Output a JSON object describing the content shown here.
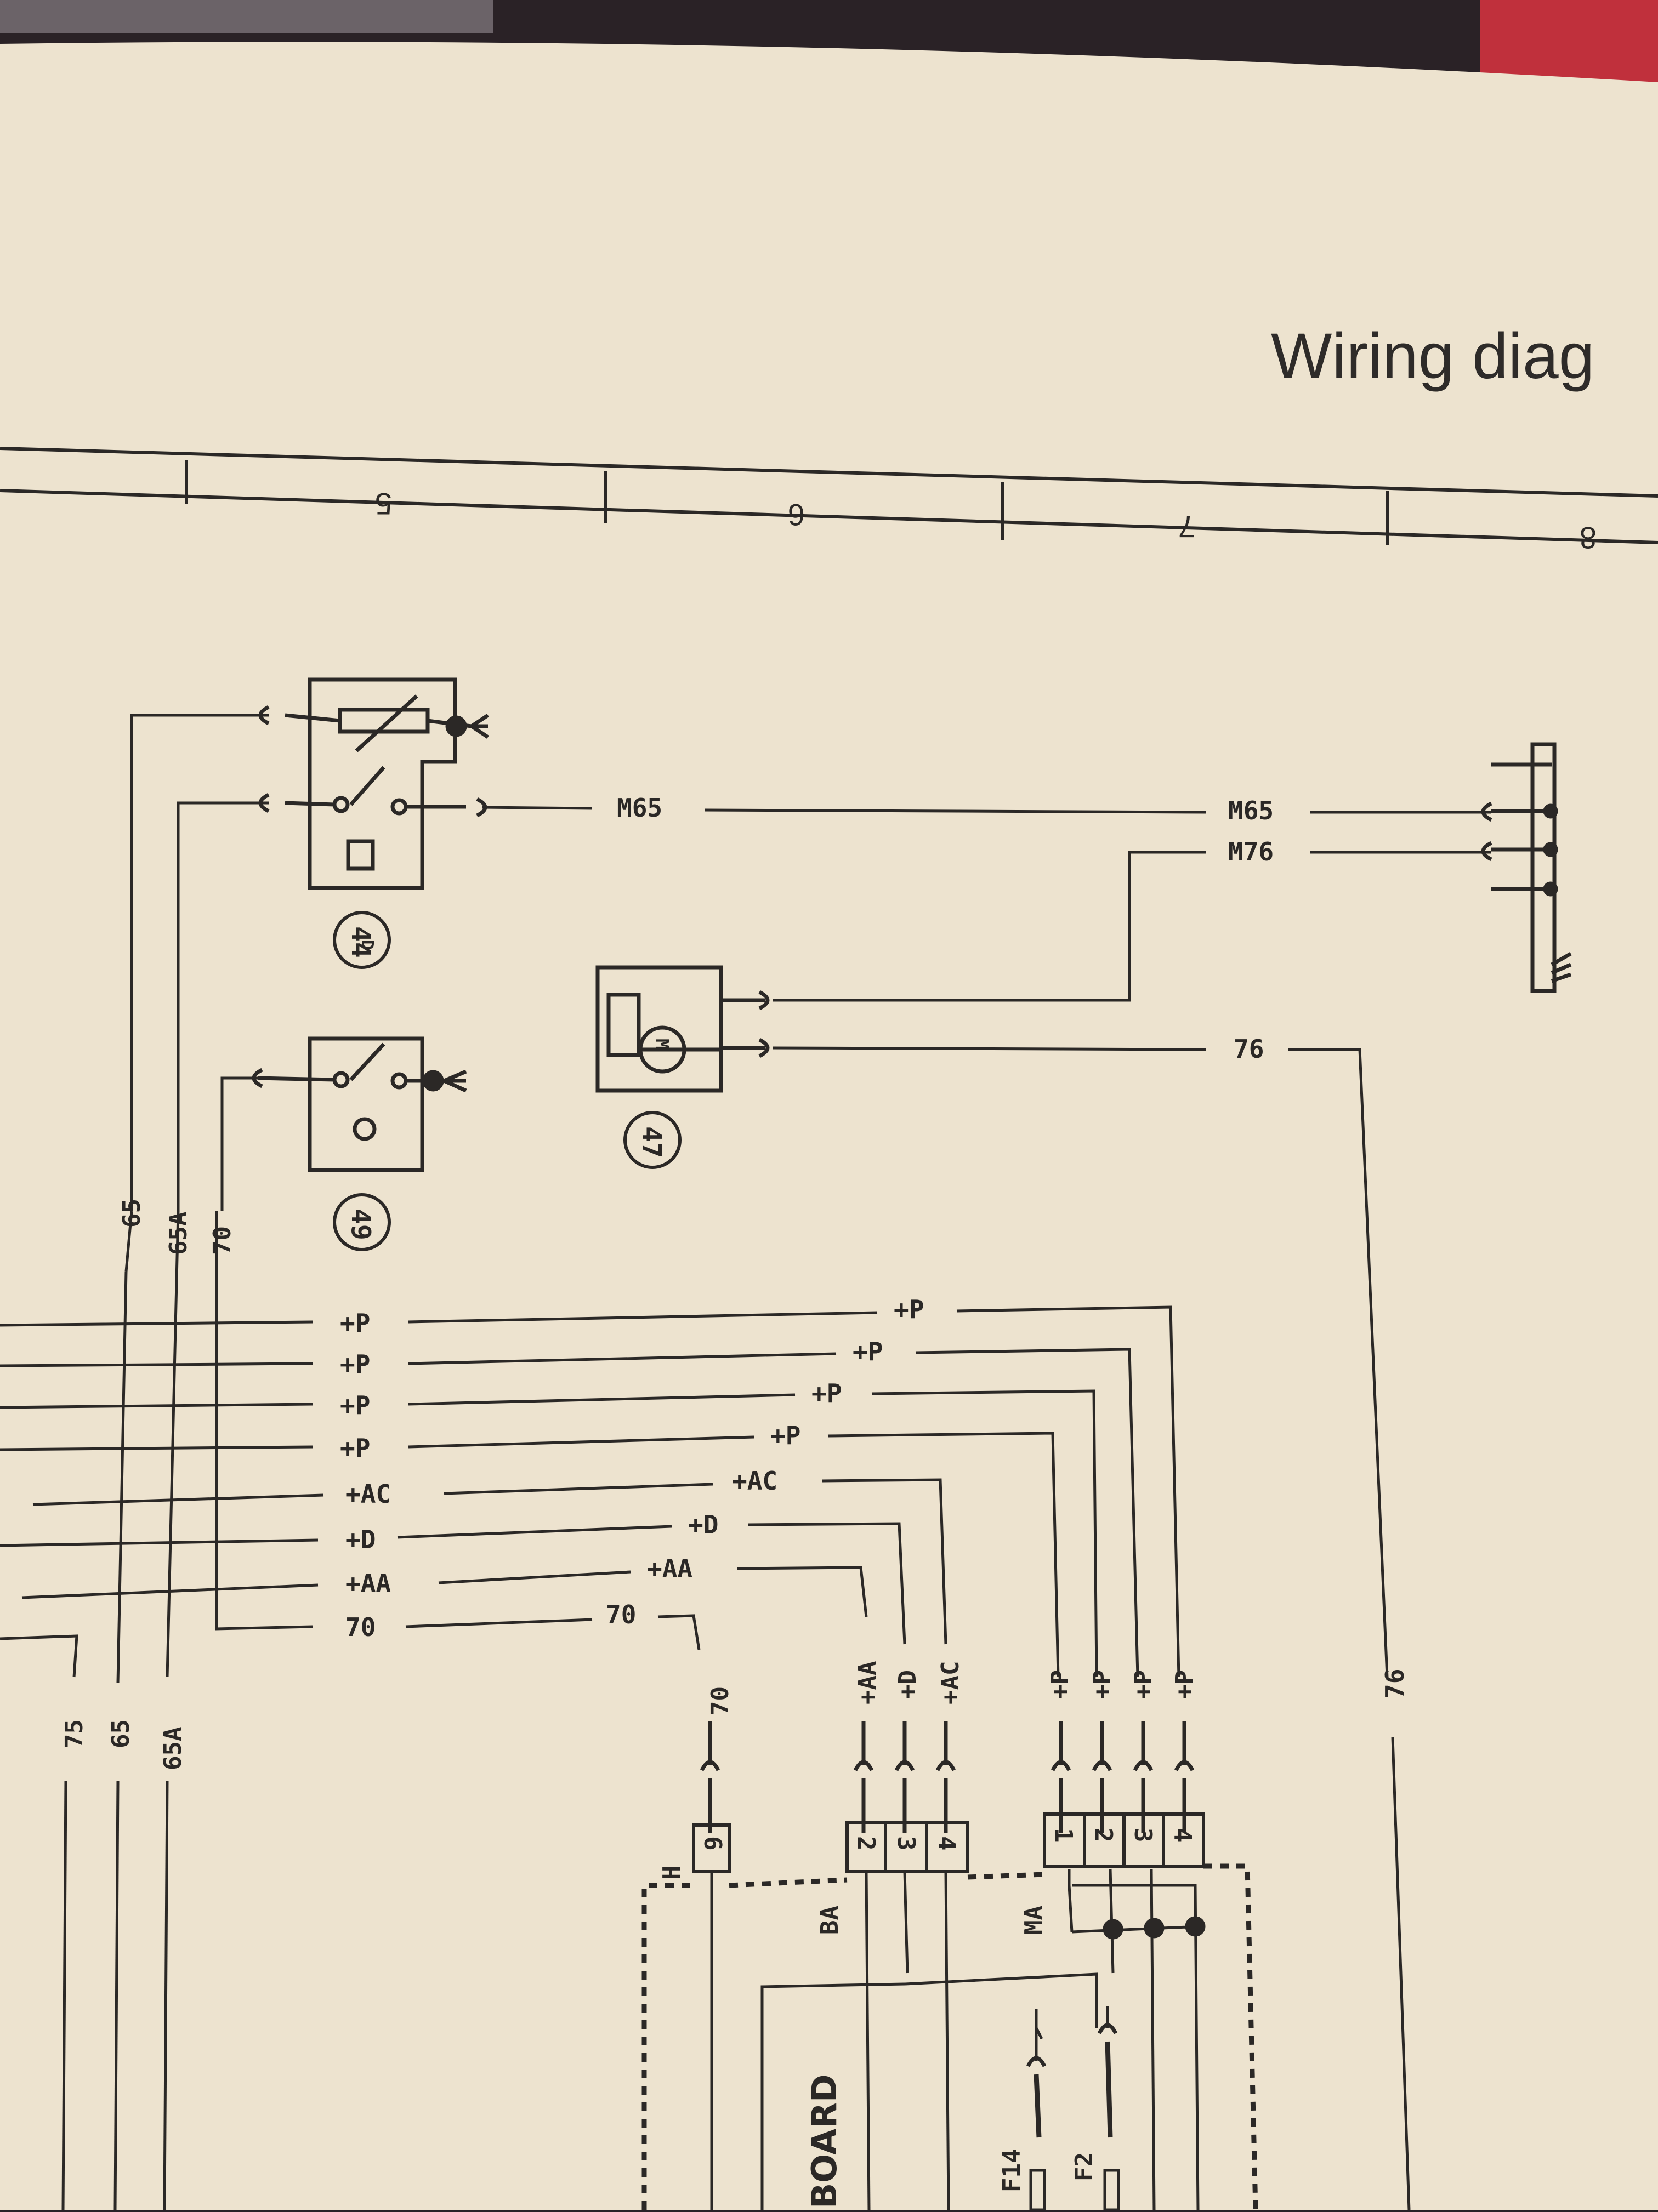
{
  "page": {
    "heading": "Wiring diag",
    "column_numbers": [
      "5",
      "6",
      "7",
      "8"
    ]
  },
  "colors": {
    "paper": "#ede3cf",
    "ink": "#2b2826",
    "backdrop": "#2a2226",
    "book_edge": "#c0303c"
  },
  "components": [
    {
      "id": "44",
      "symbol": "D"
    },
    {
      "id": "49",
      "symbol": "O"
    },
    {
      "id": "47",
      "symbol": "M"
    }
  ],
  "wires": {
    "top_vertical_labels": [
      "65",
      "65A",
      "70"
    ],
    "m65_left": "M65",
    "m65_right": "M65",
    "m76_right": "M76",
    "w76_horizontal": "76",
    "w76_vertical": "76",
    "bus_left_labels": [
      "+P",
      "+P",
      "+P",
      "+P",
      "+AC",
      "+D",
      "+AA",
      "70"
    ],
    "bus_mid_labels": [
      "+P",
      "+P",
      "+P",
      "+P",
      "+AC",
      "+D",
      "+AA",
      "70"
    ],
    "bottom_left_labels": [
      "75",
      "65",
      "65A"
    ],
    "drop_70": "70",
    "drop_ba": [
      "+AA",
      "+D",
      "+AC"
    ],
    "drop_ma": [
      "+P",
      "+P",
      "+P",
      "+P"
    ]
  },
  "connectors": {
    "H": {
      "name": "H",
      "pins": [
        "6"
      ]
    },
    "BA": {
      "name": "BA",
      "pins": [
        "2",
        "3",
        "4"
      ]
    },
    "MA": {
      "name": "MA",
      "pins": [
        "1",
        "2",
        "3",
        "4"
      ]
    }
  },
  "fuses": [
    "F14",
    "F2"
  ],
  "board_label": "BOARD"
}
